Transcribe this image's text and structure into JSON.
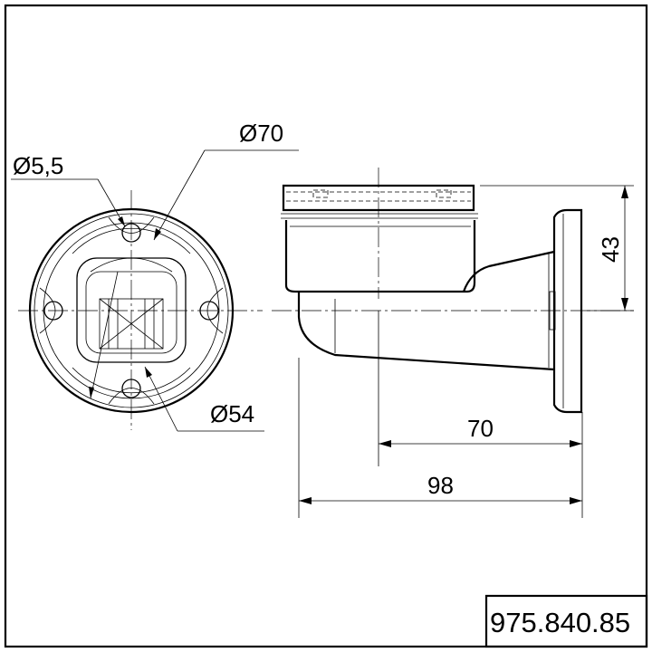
{
  "drawing": {
    "part_number": "975.840.85",
    "dimensions": {
      "hole_diameter": "Ø5,5",
      "outer_diameter": "Ø70",
      "bolt_circle": "Ø54",
      "height": "43",
      "depth": "70",
      "length": "98"
    }
  }
}
